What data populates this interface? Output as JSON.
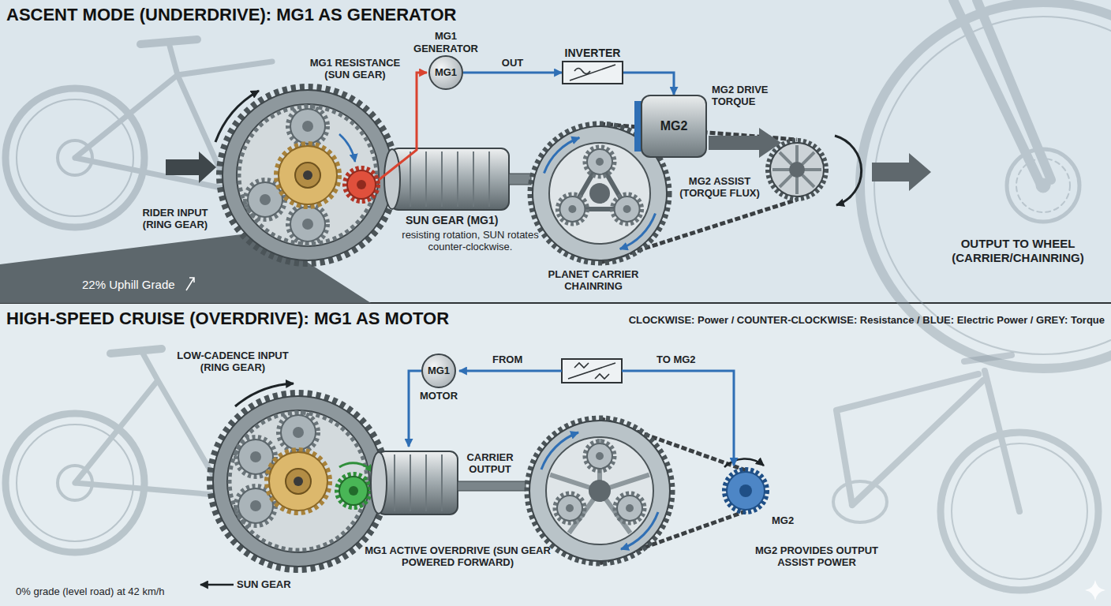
{
  "diagram": {
    "nodes": [
      {
        "text": [
          "ASCENT MODE (UNDERDRIVE): MG1 AS GENERATOR"
        ]
      },
      {
        "text": [
          "MG1 GENERATOR",
          "MG1"
        ],
        "in": 0
      },
      {
        "text": [
          "INVERTER"
        ],
        "in": 0
      },
      {
        "text": [
          "MG2"
        ],
        "in": 0
      },
      {
        "text": [
          "HIGH-SPEED CRUISE (OVERDRIVE): MG1 AS MOTOR"
        ]
      },
      {
        "text": [
          "MG1",
          "MOTOR"
        ],
        "in": 4
      }
    ],
    "edges": [
      {
        "from": 1,
        "to": 2,
        "arrow": "to",
        "label": "OUT"
      },
      {
        "from": 2,
        "to": 3,
        "arrow": "to"
      }
    ],
    "labels": [
      "MG1 RESISTANCE (SUN GEAR)",
      "RIDER INPUT (RING GEAR)",
      "SUN GEAR (MG1)",
      "resisting rotation, SUN rotates counter-clockwise.",
      "MG2 DRIVE TORQUE",
      "PLANET CARRIER CHAINRING",
      "MG2 ASSIST (TORQUE FLUX)",
      "OUTPUT TO WHEEL (CARRIER/CHAINRING)",
      "22% Uphill Grade",
      "CLOCKWISE: Power / COUNTER-CLOCKWISE: Resistance / BLUE: Electric Power / GREY: Torque",
      "LOW-CADENCE INPUT (RING GEAR)",
      "FROM",
      "TO MG2",
      "SUN GEAR",
      "MG1 ACTIVE OVERDRIVE (SUN GEAR POWERED FORWARD)",
      "CARRIER OUTPUT",
      "MG2",
      "MG2 PROVIDES OUTPUT ASSIST POWER",
      "0% grade (level road) at 42 km/h"
    ]
  }
}
